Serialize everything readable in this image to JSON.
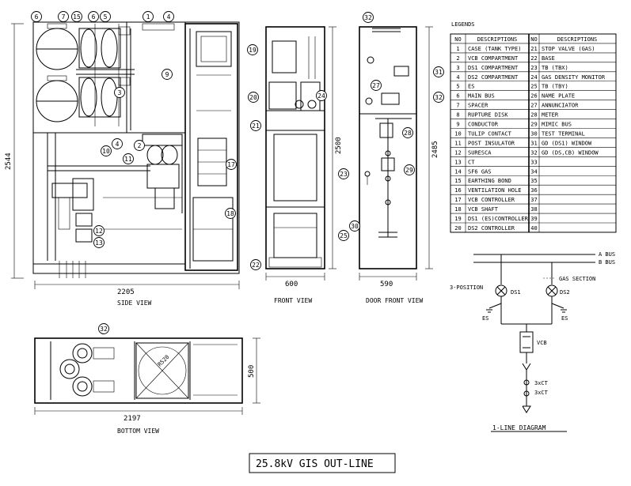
{
  "title": "25.8kV GIS OUT-LINE",
  "views": {
    "side": "SIDE VIEW",
    "front": "FRONT VIEW",
    "door_front": "DOOR FRONT VIEW",
    "bottom": "BOTTOM VIEW",
    "one_line": "1-LINE DIAGRAM"
  },
  "dimensions": {
    "side_height": "2544",
    "side_width": "2205",
    "front_height": "2500",
    "front_width": "600",
    "door_height": "2485",
    "door_width": "590",
    "bottom_width": "2197",
    "bottom_depth": "500",
    "bottom_radius": "R520"
  },
  "legends": {
    "title": "LEGENDS",
    "header": {
      "no": "NO",
      "desc": "DESCRIPTIONS"
    },
    "left": [
      {
        "no": "1",
        "desc": "CASE (TANK TYPE)"
      },
      {
        "no": "2",
        "desc": "VCB COMPARTMENT"
      },
      {
        "no": "3",
        "desc": "DS1 COMPARTMENT"
      },
      {
        "no": "4",
        "desc": "DS2 COMPARTMENT"
      },
      {
        "no": "5",
        "desc": "ES"
      },
      {
        "no": "6",
        "desc": "MAIN BUS"
      },
      {
        "no": "7",
        "desc": "SPACER"
      },
      {
        "no": "8",
        "desc": "RUPTURE DISK"
      },
      {
        "no": "9",
        "desc": "CONDUCTOR"
      },
      {
        "no": "10",
        "desc": "TULIP CONTACT"
      },
      {
        "no": "11",
        "desc": "POST INSULATOR"
      },
      {
        "no": "12",
        "desc": "SURESCA"
      },
      {
        "no": "13",
        "desc": "CT"
      },
      {
        "no": "14",
        "desc": "SF6 GAS"
      },
      {
        "no": "15",
        "desc": "EARTHING BOND"
      },
      {
        "no": "16",
        "desc": "VENTILATION HOLE"
      },
      {
        "no": "17",
        "desc": "VCB CONTROLLER"
      },
      {
        "no": "18",
        "desc": "VCB SHAFT"
      },
      {
        "no": "19",
        "desc": "DS1 (ES)CONTROLLER"
      },
      {
        "no": "20",
        "desc": "DS2 CONTROLLER"
      }
    ],
    "right": [
      {
        "no": "21",
        "desc": "STOP VALVE (GAS)"
      },
      {
        "no": "22",
        "desc": "BASE"
      },
      {
        "no": "23",
        "desc": "TB (TBX)"
      },
      {
        "no": "24",
        "desc": "GAS DENSITY MONITOR"
      },
      {
        "no": "25",
        "desc": "TB (TBY)"
      },
      {
        "no": "26",
        "desc": "NAME PLATE"
      },
      {
        "no": "27",
        "desc": "ANNUNCIATOR"
      },
      {
        "no": "28",
        "desc": "METER"
      },
      {
        "no": "29",
        "desc": "MIMIC BUS"
      },
      {
        "no": "30",
        "desc": "TEST TERMINAL"
      },
      {
        "no": "31",
        "desc": "GD (DS1) WINDOW"
      },
      {
        "no": "32",
        "desc": "GD (DS,CB) WINDOW"
      },
      {
        "no": "33",
        "desc": ""
      },
      {
        "no": "34",
        "desc": ""
      },
      {
        "no": "35",
        "desc": ""
      },
      {
        "no": "36",
        "desc": ""
      },
      {
        "no": "37",
        "desc": ""
      },
      {
        "no": "38",
        "desc": ""
      },
      {
        "no": "39",
        "desc": ""
      },
      {
        "no": "40",
        "desc": ""
      }
    ]
  },
  "one_line": {
    "a_bus": "A BUS",
    "b_bus": "B BUS",
    "three_position": "3-POSITION",
    "gas_section": "GAS SECTION",
    "ds1": "DS1",
    "ds2": "DS2",
    "es_left": "ES",
    "es_right": "ES",
    "vcb": "VCB",
    "ct1": "3xCT",
    "ct2": "3xCT"
  },
  "callouts": {
    "side": [
      "6",
      "7",
      "15",
      "6",
      "5",
      "1",
      "4",
      "9",
      "3",
      "2",
      "4",
      "10",
      "11",
      "17",
      "12",
      "13",
      "18"
    ],
    "front": [
      "19",
      "20",
      "24",
      "21",
      "23",
      "25",
      "22"
    ],
    "door": [
      "32",
      "27",
      "31",
      "32",
      "28",
      "29",
      "30"
    ],
    "bottom": [
      "32"
    ]
  }
}
